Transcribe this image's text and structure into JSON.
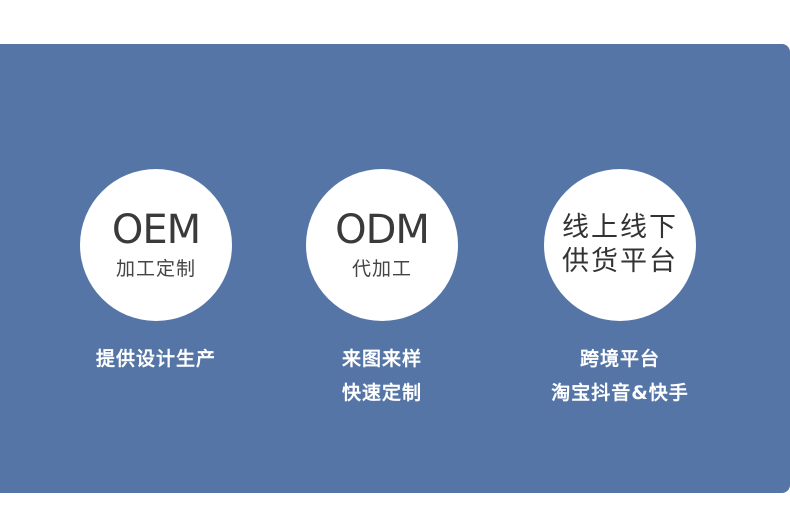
{
  "items": [
    {
      "title": "OEM",
      "subtitle": "加工定制",
      "caption_line1": "提供设计生产",
      "caption_line2": ""
    },
    {
      "title": "ODM",
      "subtitle": "代加工",
      "caption_line1": "来图来样",
      "caption_line2": "快速定制"
    },
    {
      "line1": "线上线下",
      "line2": "供货平台",
      "caption_line1": "跨境平台",
      "caption_line2": "淘宝抖音&快手"
    }
  ],
  "colors": {
    "panel": "#5675a7",
    "circle": "#ffffff",
    "caption": "#ffffff"
  }
}
